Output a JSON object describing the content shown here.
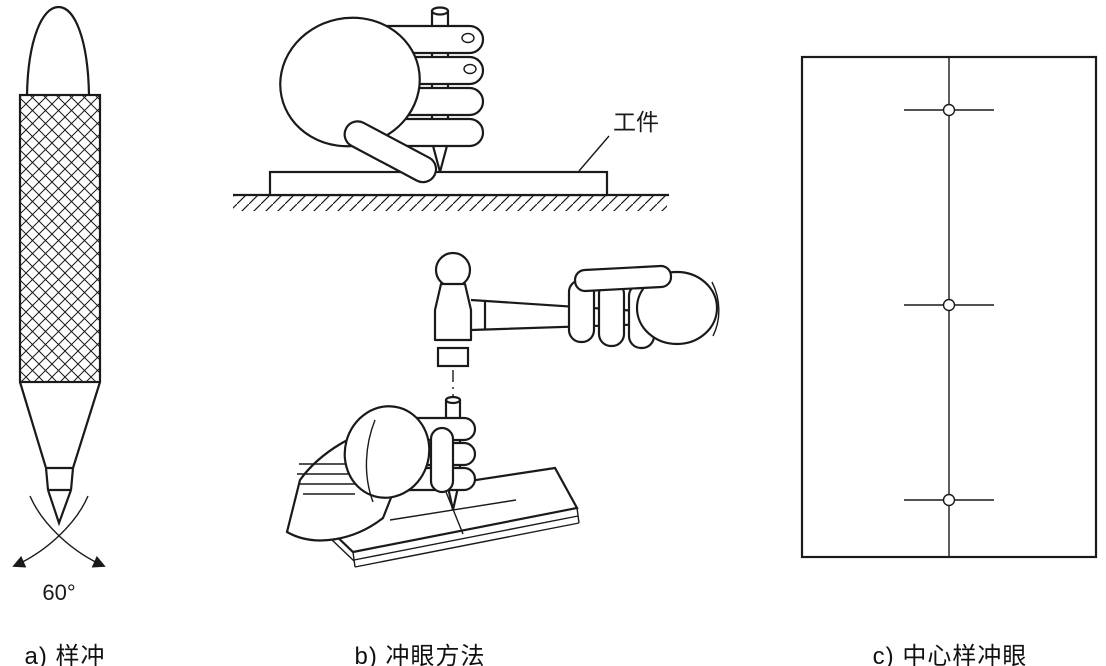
{
  "figure": {
    "background": "#ffffff",
    "line_color": "#1a1a1a",
    "panels": {
      "a": {
        "caption": "a) 样冲",
        "subject": "center punch",
        "angle_label": "60°"
      },
      "b": {
        "caption": "b) 冲眼方法",
        "subject": "punching method",
        "workpiece_label": "工件"
      },
      "c": {
        "caption": "c) 中心样冲眼",
        "subject": "center punch marks",
        "punch_mark_count": 3
      }
    }
  }
}
